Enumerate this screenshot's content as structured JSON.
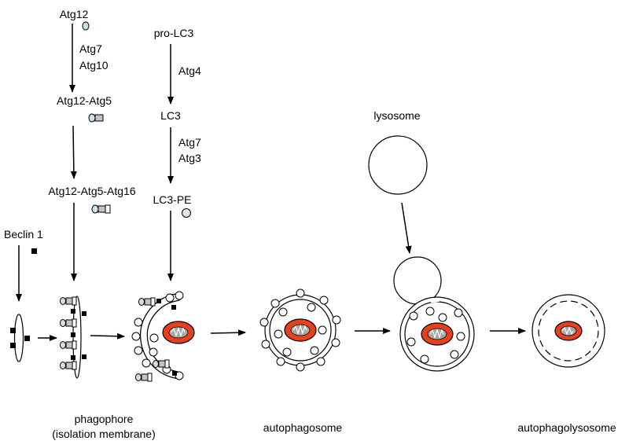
{
  "labels": {
    "atg12": "Atg12",
    "atg7_a": "Atg7",
    "atg10": "Atg10",
    "atg12_atg5": "Atg12-Atg5",
    "atg12_atg5_atg16": "Atg12-Atg5-Atg16",
    "beclin1": "Beclin 1",
    "pro_lc3": "pro-LC3",
    "atg4": "Atg4",
    "lc3": "LC3",
    "atg7_b": "Atg7",
    "atg3": "Atg3",
    "lc3_pe": "LC3-PE",
    "lysosome": "lysosome",
    "phagophore": "phagophore",
    "isolation_membrane": "(isolation membrane)",
    "autophagosome": "autophagosome",
    "autophagolysosome": "autophagolysosome"
  },
  "colors": {
    "atg12": "#cfe3ea",
    "atg5": "#c4c4c4",
    "black": "#000000",
    "mito_outer": "#e8401c",
    "mito_inner": "#a8a8a8",
    "white": "#ffffff"
  }
}
